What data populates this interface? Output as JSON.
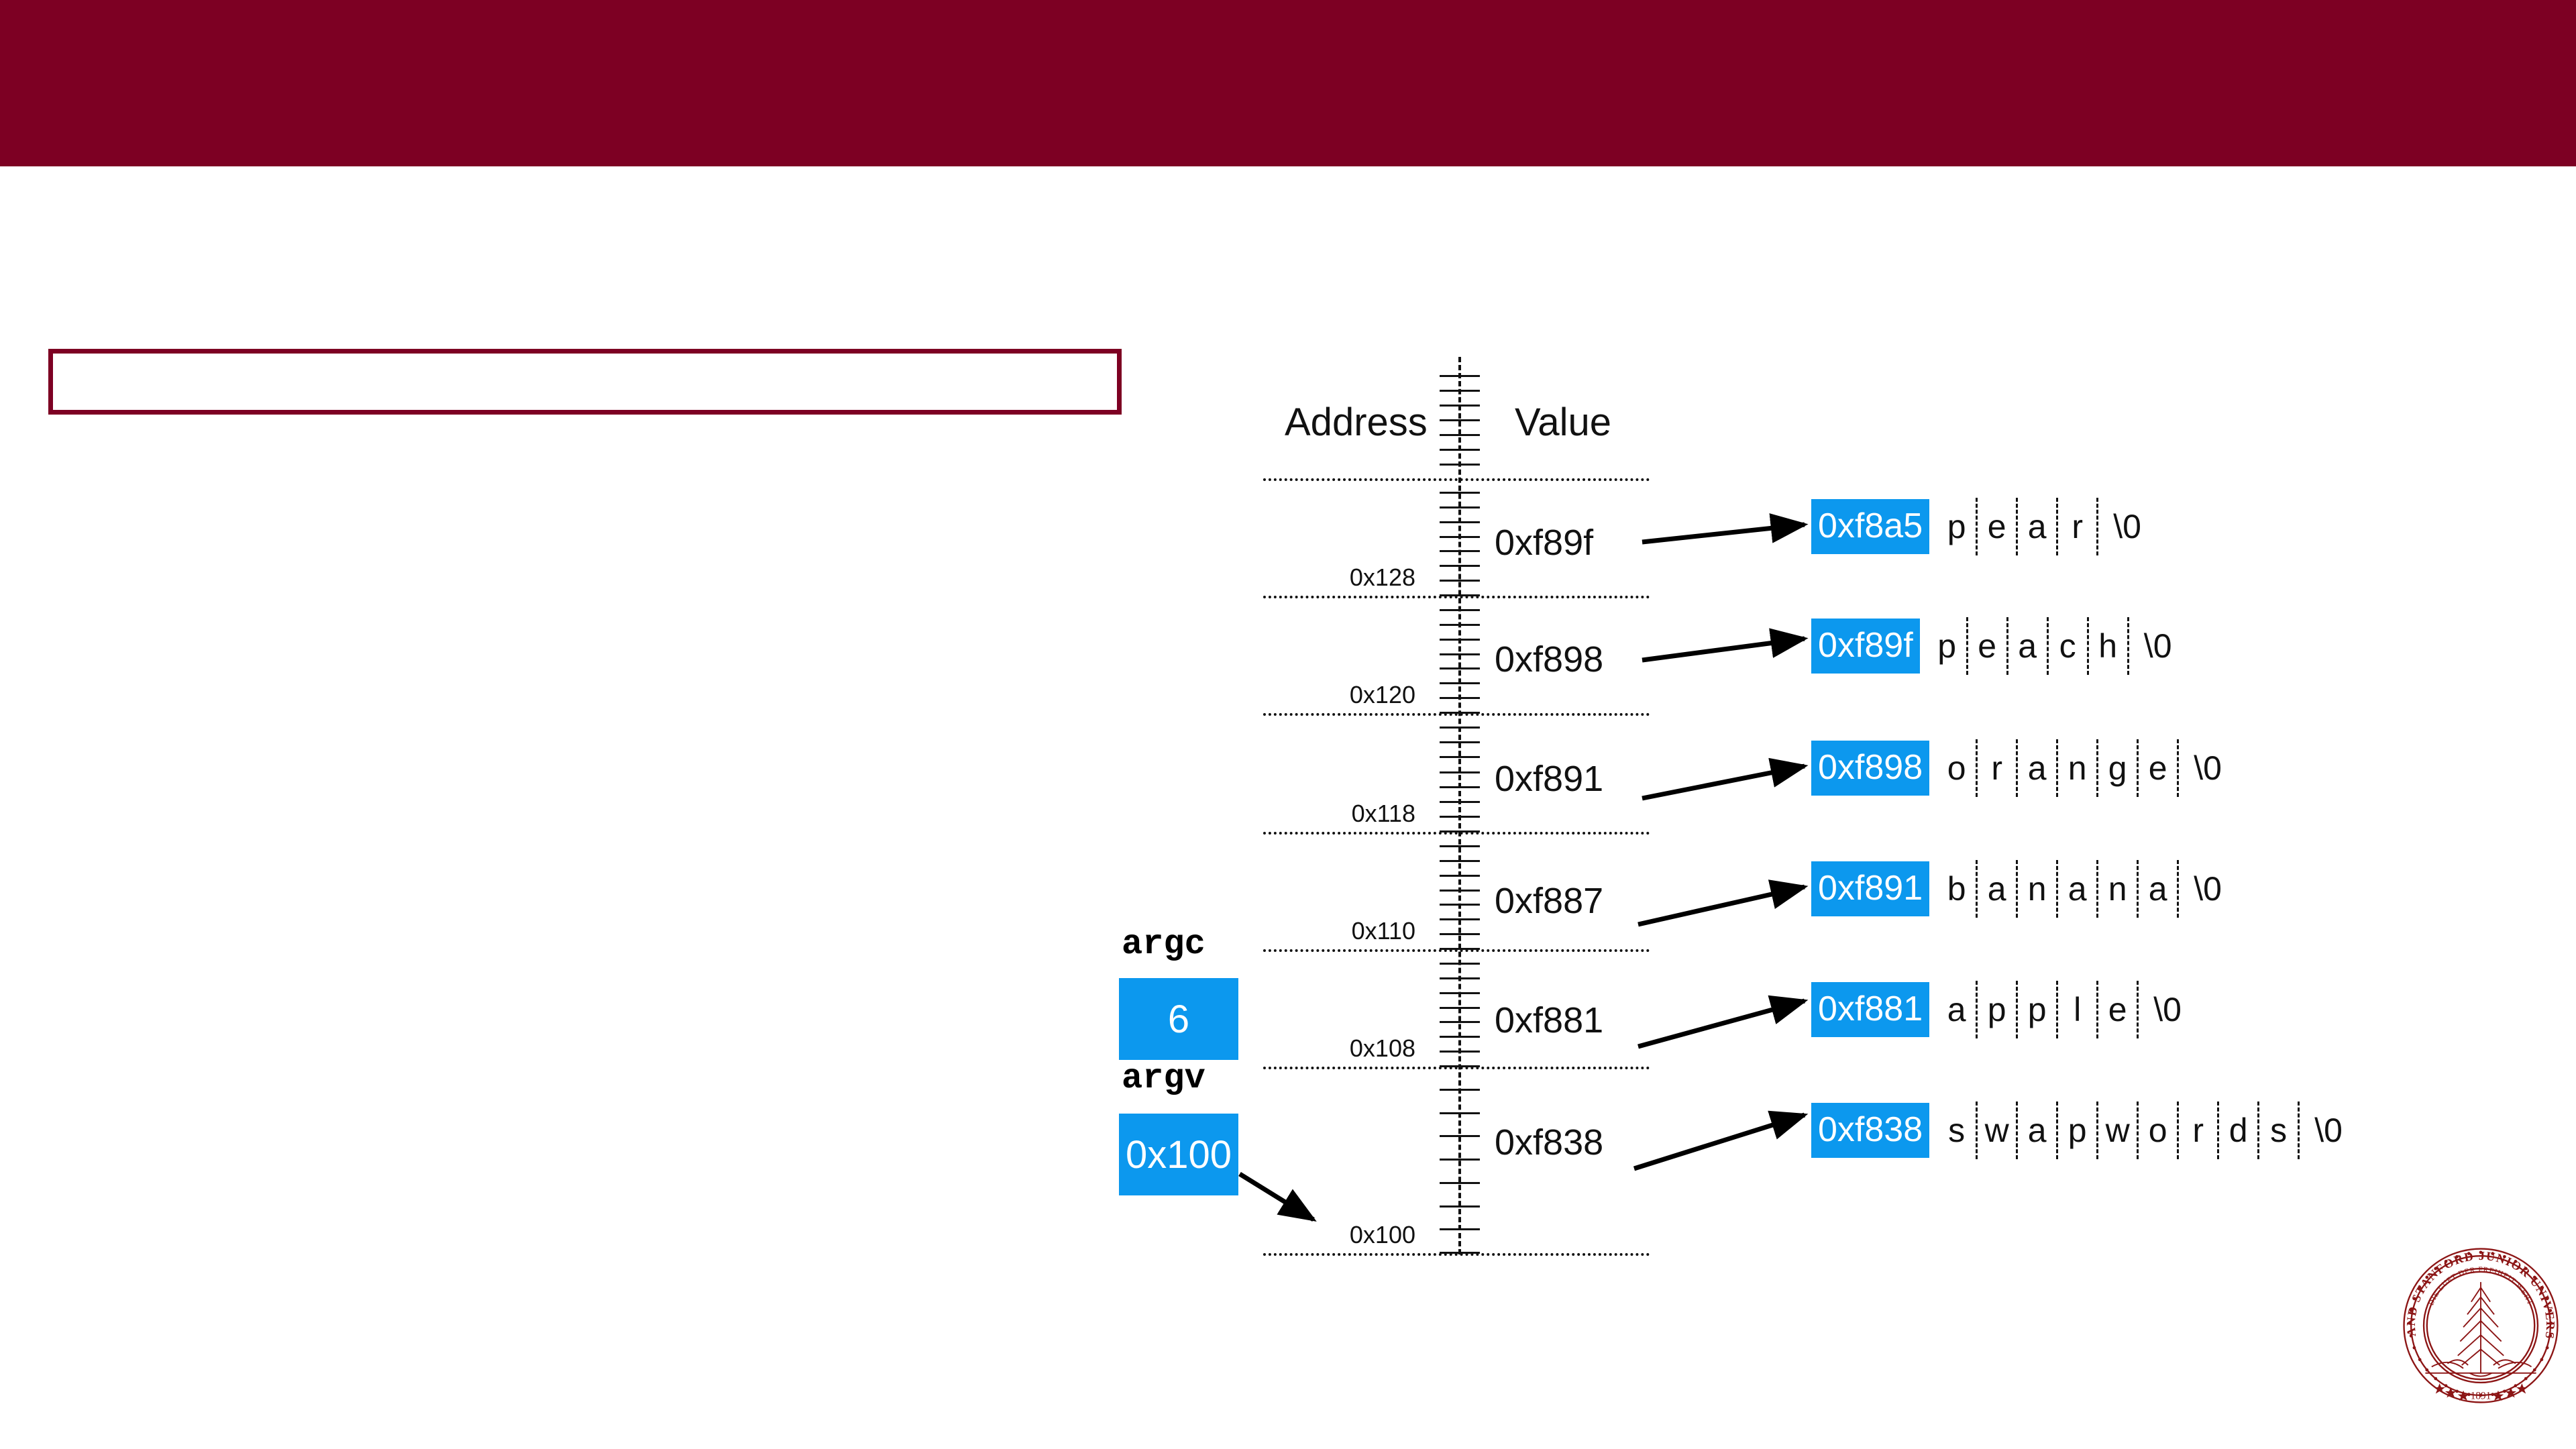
{
  "slide": {
    "header_band_color": "#7d0023",
    "accent_blue": "#0c98ee",
    "title_box_text": ""
  },
  "memory_table": {
    "headers": {
      "address": "Address",
      "value": "Value"
    },
    "address_labels": [
      "0x128",
      "0x120",
      "0x118",
      "0x110",
      "0x108",
      "0x100"
    ],
    "value_labels": [
      "0xf89f",
      "0xf898",
      "0xf891",
      "0xf887",
      "0xf881",
      "0xf838"
    ]
  },
  "variables": [
    {
      "name": "argc",
      "value": "6"
    },
    {
      "name": "argv",
      "value": "0x100"
    }
  ],
  "strings": [
    {
      "address": "0xf8a5",
      "chars": [
        "p",
        "e",
        "a",
        "r",
        "\\0"
      ]
    },
    {
      "address": "0xf89f",
      "chars": [
        "p",
        "e",
        "a",
        "c",
        "h",
        "\\0"
      ]
    },
    {
      "address": "0xf898",
      "chars": [
        "o",
        "r",
        "a",
        "n",
        "g",
        "e",
        "\\0"
      ]
    },
    {
      "address": "0xf891",
      "chars": [
        "b",
        "a",
        "n",
        "a",
        "n",
        "a",
        "\\0"
      ]
    },
    {
      "address": "0xf881",
      "chars": [
        "a",
        "p",
        "p",
        "l",
        "e",
        "\\0"
      ]
    },
    {
      "address": "0xf838",
      "chars": [
        "s",
        "w",
        "a",
        "p",
        "w",
        "o",
        "r",
        "d",
        "s",
        "\\0"
      ]
    }
  ],
  "seal": {
    "outer_text": "LELAND STANFORD JUNIOR UNIVERSITY",
    "motto": "DIE LUFT DER FREIHEIT WEHT",
    "year": "1891",
    "color": "#8c1515"
  }
}
